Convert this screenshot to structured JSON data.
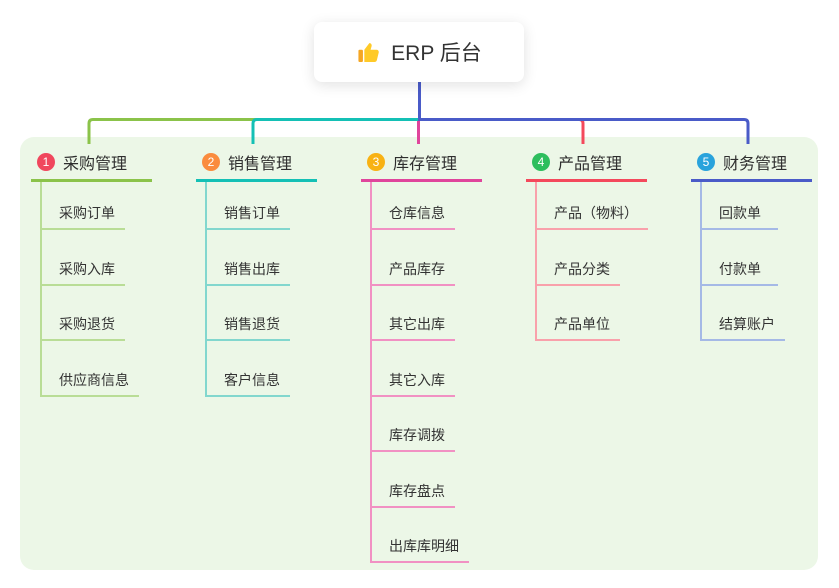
{
  "root": {
    "label": "ERP 后台",
    "icon": "thumbs-up"
  },
  "branches": [
    {
      "index": "1",
      "title": "采购管理",
      "badge_color": "#f0475d",
      "line_color": "#8bc34a",
      "light_color": "#b9dd96",
      "items": [
        "采购订单",
        "采购入库",
        "采购退货",
        "供应商信息"
      ]
    },
    {
      "index": "2",
      "title": "销售管理",
      "badge_color": "#fa8c3e",
      "line_color": "#14c0b5",
      "light_color": "#82d7ce",
      "items": [
        "销售订单",
        "销售出库",
        "销售退货",
        "客户信息"
      ]
    },
    {
      "index": "3",
      "title": "库存管理",
      "badge_color": "#f8b214",
      "line_color": "#e0459c",
      "light_color": "#f191c3",
      "items": [
        "仓库信息",
        "产品库存",
        "其它出库",
        "其它入库",
        "库存调拨",
        "库存盘点",
        "出库库明细"
      ]
    },
    {
      "index": "4",
      "title": "产品管理",
      "badge_color": "#2dbe5d",
      "line_color": "#f4495c",
      "light_color": "#f9a1ab",
      "items": [
        "产品（物料）",
        "产品分类",
        "产品单位"
      ]
    },
    {
      "index": "5",
      "title": "财务管理",
      "badge_color": "#29a3dc",
      "line_color": "#4a5bc8",
      "light_color": "#a5b9e6",
      "items": [
        "回款单",
        "付款单",
        "结算账户"
      ]
    }
  ],
  "canvas": {
    "panel_bg": "#ecf7e7",
    "stem_color": "#4a5bc8",
    "icon_hand_color": "#ffca28",
    "icon_cuff_color": "#f5a623"
  }
}
